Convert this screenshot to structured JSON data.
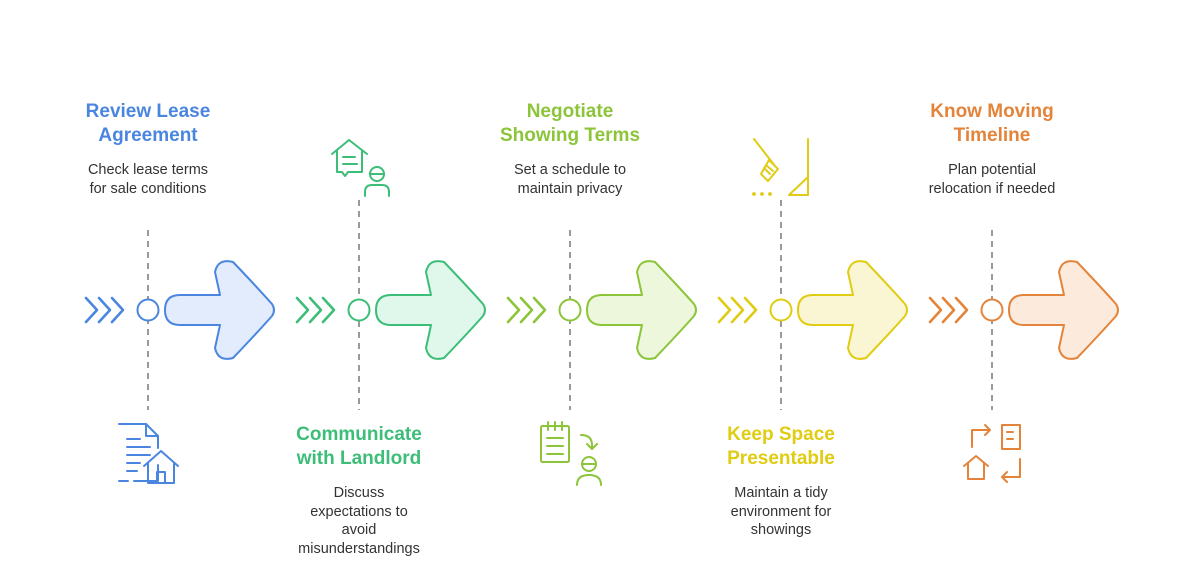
{
  "steps": [
    {
      "title": "Review Lease\nAgreement",
      "desc": "Check lease terms\nfor sale conditions",
      "color": "#4A86E0",
      "fill": "#E3ECFC",
      "icon": "lease-document-house-icon",
      "position": "top"
    },
    {
      "title": "Communicate\nwith Landlord",
      "desc": "Discuss\nexpectations to\navoid\nmisunderstandings",
      "color": "#3DBE78",
      "fill": "#E0F8EC",
      "icon": "house-chat-person-icon",
      "position": "bottom"
    },
    {
      "title": "Negotiate\nShowing Terms",
      "desc": "Set a schedule to\nmaintain privacy",
      "color": "#8CC43A",
      "fill": "#EDF7DC",
      "icon": "schedule-clipboard-person-icon",
      "position": "top"
    },
    {
      "title": "Keep Space\nPresentable",
      "desc": "Maintain a tidy\nenvironment for\nshowings",
      "color": "#E0CC12",
      "fill": "#FAF6D4",
      "icon": "broom-icon",
      "position": "bottom"
    },
    {
      "title": "Know Moving\nTimeline",
      "desc": "Plan potential\nrelocation if needed",
      "color": "#E3843A",
      "fill": "#FCEBDD",
      "icon": "relocation-arrows-icon",
      "position": "top"
    }
  ]
}
